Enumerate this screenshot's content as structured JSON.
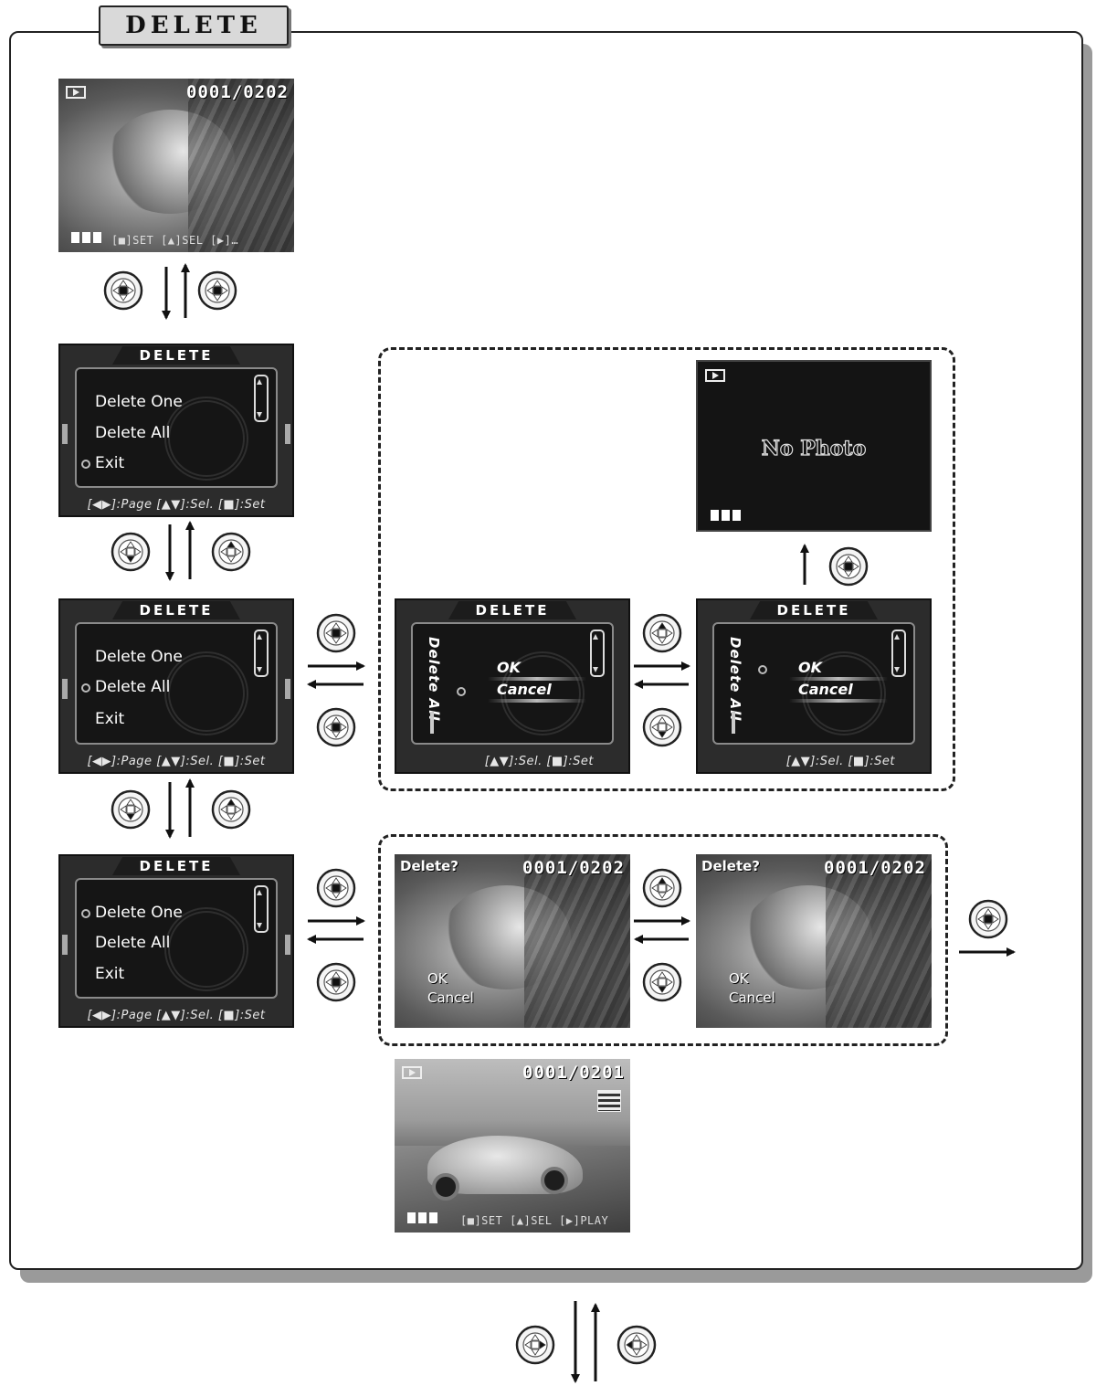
{
  "section_title": "Delete",
  "playback": {
    "counter": "0001/0202",
    "hint": "[■]SET [▲]SEL [▶]…"
  },
  "menu": {
    "title": "DELETE",
    "items": [
      "Delete One",
      "Delete All",
      "Exit"
    ],
    "footer": "[◀▶]:Page  [▲▼]:Sel.  [■]:Set",
    "screens": [
      {
        "selected_index": 2
      },
      {
        "selected_index": 1
      },
      {
        "selected_index": 0
      }
    ]
  },
  "delete_all_confirm": {
    "title": "DELETE",
    "side_label": "Delete All",
    "ok": "OK",
    "cancel": "Cancel",
    "footer": "[▲▼]:Sel.  [■]:Set",
    "screens": [
      {
        "selected_option": "cancel"
      },
      {
        "selected_option": "ok"
      }
    ]
  },
  "no_photo": {
    "message": "No Photo"
  },
  "delete_one_confirm": {
    "prompt": "Delete?",
    "counter": "0001/0202",
    "ok": "OK",
    "cancel": "Cancel",
    "screens": [
      {
        "selected_option": "cancel"
      },
      {
        "selected_option": "ok"
      }
    ]
  },
  "next_image": {
    "counter": "0001/0201",
    "hint": "[■]SET [▲]SEL [▶]PLAY"
  },
  "colors": {
    "frame_border": "#222222",
    "tab_fill": "#d9d9d9",
    "screen_dark": "#2c2c2c"
  },
  "icons": {
    "button": "dpad-icon",
    "arrows": "arrow-icon"
  }
}
